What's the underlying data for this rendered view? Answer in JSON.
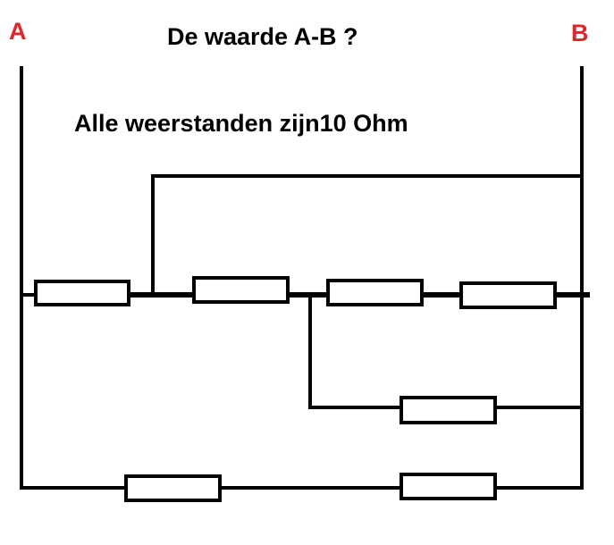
{
  "labels": {
    "terminal_a": "A",
    "terminal_b": "B",
    "title": "De waarde A-B ?",
    "subtitle": "Alle weerstanden zijn10 Ohm"
  },
  "colors": {
    "terminal_label": "#e0262b",
    "text": "#000000",
    "wire": "#000000"
  }
}
